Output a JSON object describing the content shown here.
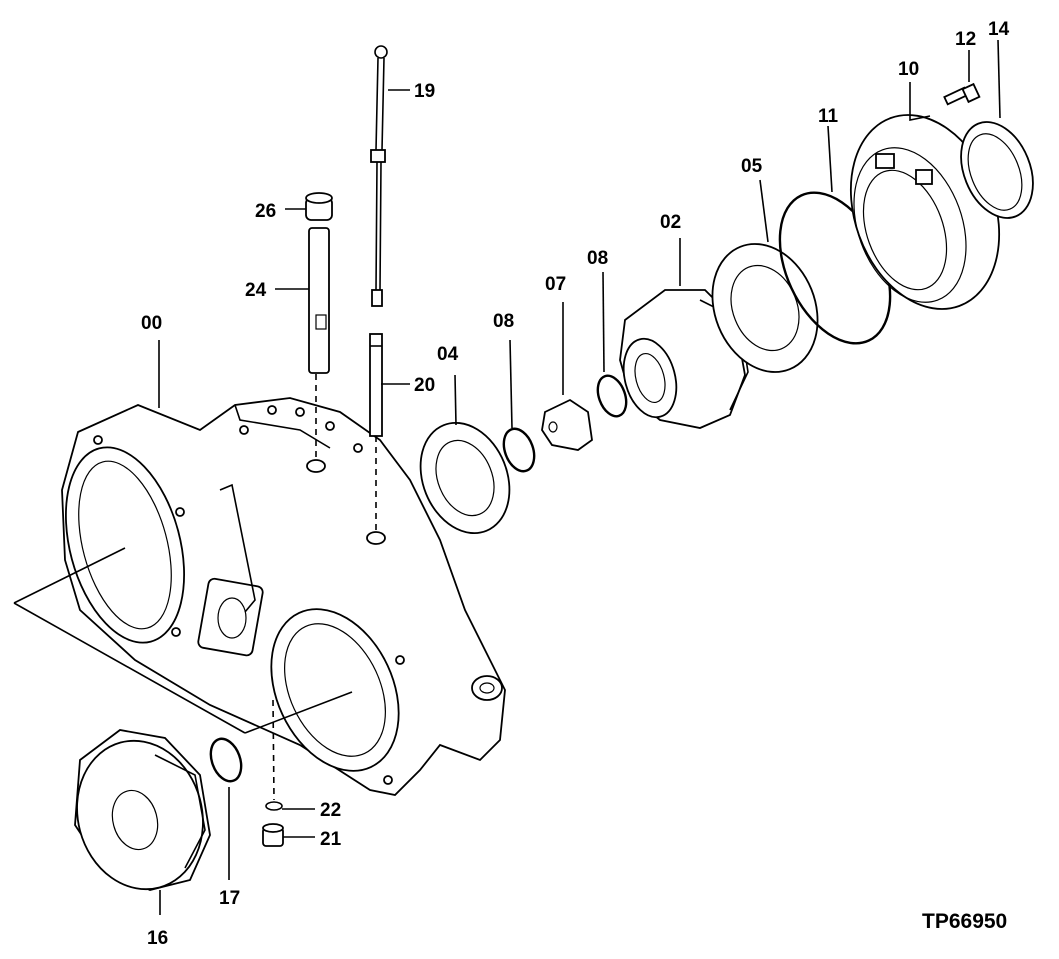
{
  "diagram": {
    "drawing_code": "TP66950",
    "callouts": {
      "p00": "00",
      "p02": "02",
      "p04": "04",
      "p05": "05",
      "p07": "07",
      "p08a": "08",
      "p08b": "08",
      "p10": "10",
      "p11": "11",
      "p12": "12",
      "p14": "14",
      "p16": "16",
      "p17": "17",
      "p19": "19",
      "p20": "20",
      "p21": "21",
      "p22": "22",
      "p24": "24",
      "p26": "26"
    }
  }
}
